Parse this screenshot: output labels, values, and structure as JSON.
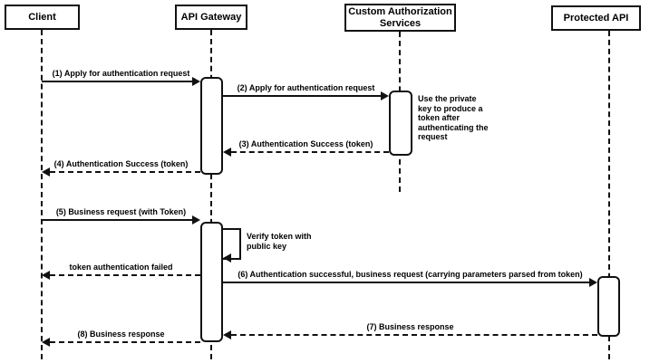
{
  "diagram": {
    "type": "sequence-diagram",
    "colors": {
      "line": "#111111",
      "background": "#ffffff",
      "box_fill": "#ffffff",
      "text": "#000000"
    }
  },
  "actors": [
    {
      "label": "Client"
    },
    {
      "label": "API Gateway"
    },
    {
      "label": "Custom Authorization Services"
    },
    {
      "label": "Protected API"
    }
  ],
  "messages": [
    {
      "label": "(1) Apply for authentication request",
      "from": "Client",
      "to": "API Gateway",
      "style": "solid"
    },
    {
      "label": "(2) Apply for authentication request",
      "from": "API Gateway",
      "to": "Custom Authorization Services",
      "style": "solid"
    },
    {
      "label": "(3) Authentication Success (token)",
      "from": "Custom Authorization Services",
      "to": "API Gateway",
      "style": "dashed"
    },
    {
      "label": "(4) Authentication Success (token)",
      "from": "API Gateway",
      "to": "Client",
      "style": "dashed"
    },
    {
      "label": "(5) Business request (with Token)",
      "from": "Client",
      "to": "API Gateway",
      "style": "solid"
    },
    {
      "label": "token authentication failed",
      "from": "API Gateway",
      "to": "Client",
      "style": "dashed"
    },
    {
      "label": "(6) Authentication successful, business request (carrying parameters parsed from token)",
      "from": "API Gateway",
      "to": "Protected API",
      "style": "solid"
    },
    {
      "label": "(7) Business response",
      "from": "Protected API",
      "to": "API Gateway",
      "style": "dashed"
    },
    {
      "label": "(8) Business response",
      "from": "API Gateway",
      "to": "Client",
      "style": "dashed"
    }
  ],
  "self_message": {
    "label": "Verify token with public key",
    "on": "API Gateway"
  },
  "notes": [
    {
      "label": "Use the private key to produce a token after authenticating the request",
      "attached_to": "Custom Authorization Services"
    }
  ]
}
